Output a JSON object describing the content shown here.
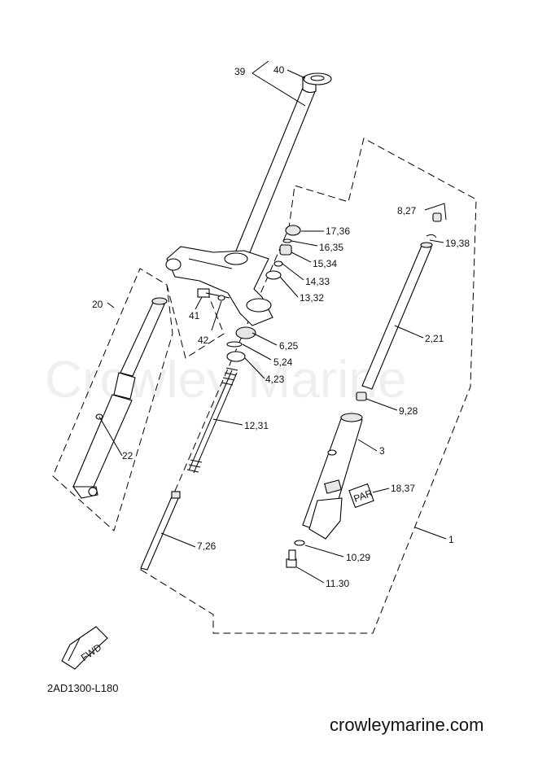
{
  "watermark": "Crowley Marine",
  "diagram_code": "2AD1300-L180",
  "site_url": "crowleymarine.com",
  "fwd_label": "FWD",
  "decal_text": "PAR",
  "callouts": {
    "c39": "39",
    "c40": "40",
    "c17_36": "17,36",
    "c16_35": "16,35",
    "c15_34": "15,34",
    "c14_33": "14,33",
    "c13_32": "13,32",
    "c41": "41",
    "c42": "42",
    "c6_25": "6,25",
    "c5_24": "5,24",
    "c4_23": "4,23",
    "c20": "20",
    "c22": "22",
    "c12_31": "12,31",
    "c7_26": "7,26",
    "c8_27": "8,27",
    "c19_38": "19,38",
    "c2_21": "2,21",
    "c9_28": "9,28",
    "c3": "3",
    "c18_37": "18,37",
    "c1": "1",
    "c10_29": "10,29",
    "c11_30": "11.30"
  }
}
